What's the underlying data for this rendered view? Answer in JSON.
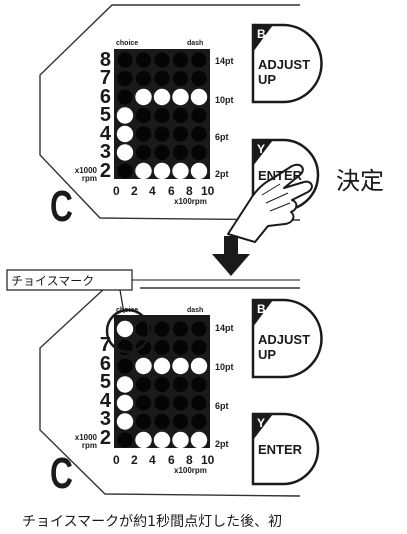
{
  "matrix": {
    "row_labels": [
      "8",
      "7",
      "6",
      "5",
      "4",
      "3",
      "2"
    ],
    "col_labels": [
      "0",
      "2",
      "4",
      "6",
      "8",
      "10"
    ],
    "x_unit": "x100rpm",
    "y_unit_top": "x1000",
    "y_unit_bottom": "rpm",
    "choice_label": "choice",
    "dash_label": "dash",
    "pt_labels": [
      "14pt",
      "10pt",
      "6pt",
      "2pt"
    ]
  },
  "panel_top": {
    "lit_cells": [
      [
        2,
        1
      ],
      [
        2,
        2
      ],
      [
        2,
        3
      ],
      [
        2,
        4
      ],
      [
        3,
        0
      ],
      [
        4,
        0
      ],
      [
        5,
        0
      ],
      [
        6,
        1
      ],
      [
        6,
        2
      ],
      [
        6,
        3
      ],
      [
        6,
        4
      ]
    ]
  },
  "panel_bottom": {
    "lit_cells": [
      [
        0,
        0
      ],
      [
        2,
        1
      ],
      [
        2,
        2
      ],
      [
        2,
        3
      ],
      [
        2,
        4
      ],
      [
        3,
        0
      ],
      [
        4,
        0
      ],
      [
        5,
        0
      ],
      [
        6,
        1
      ],
      [
        6,
        2
      ],
      [
        6,
        3
      ],
      [
        6,
        4
      ]
    ]
  },
  "buttons": {
    "b_letter": "B",
    "adjust": "ADJUST",
    "up": "UP",
    "y_letter": "Y",
    "enter": "ENTER"
  },
  "c_letter": "C",
  "decide_label": "決定",
  "callout_label": "チョイスマーク",
  "footer_text": "チョイスマークが約1秒間点灯した後、初",
  "colors": {
    "matrix_bg": "#1a1a1a",
    "led_off": "#050505",
    "led_on": "#ffffff",
    "arrow": "#1a1a1a"
  }
}
